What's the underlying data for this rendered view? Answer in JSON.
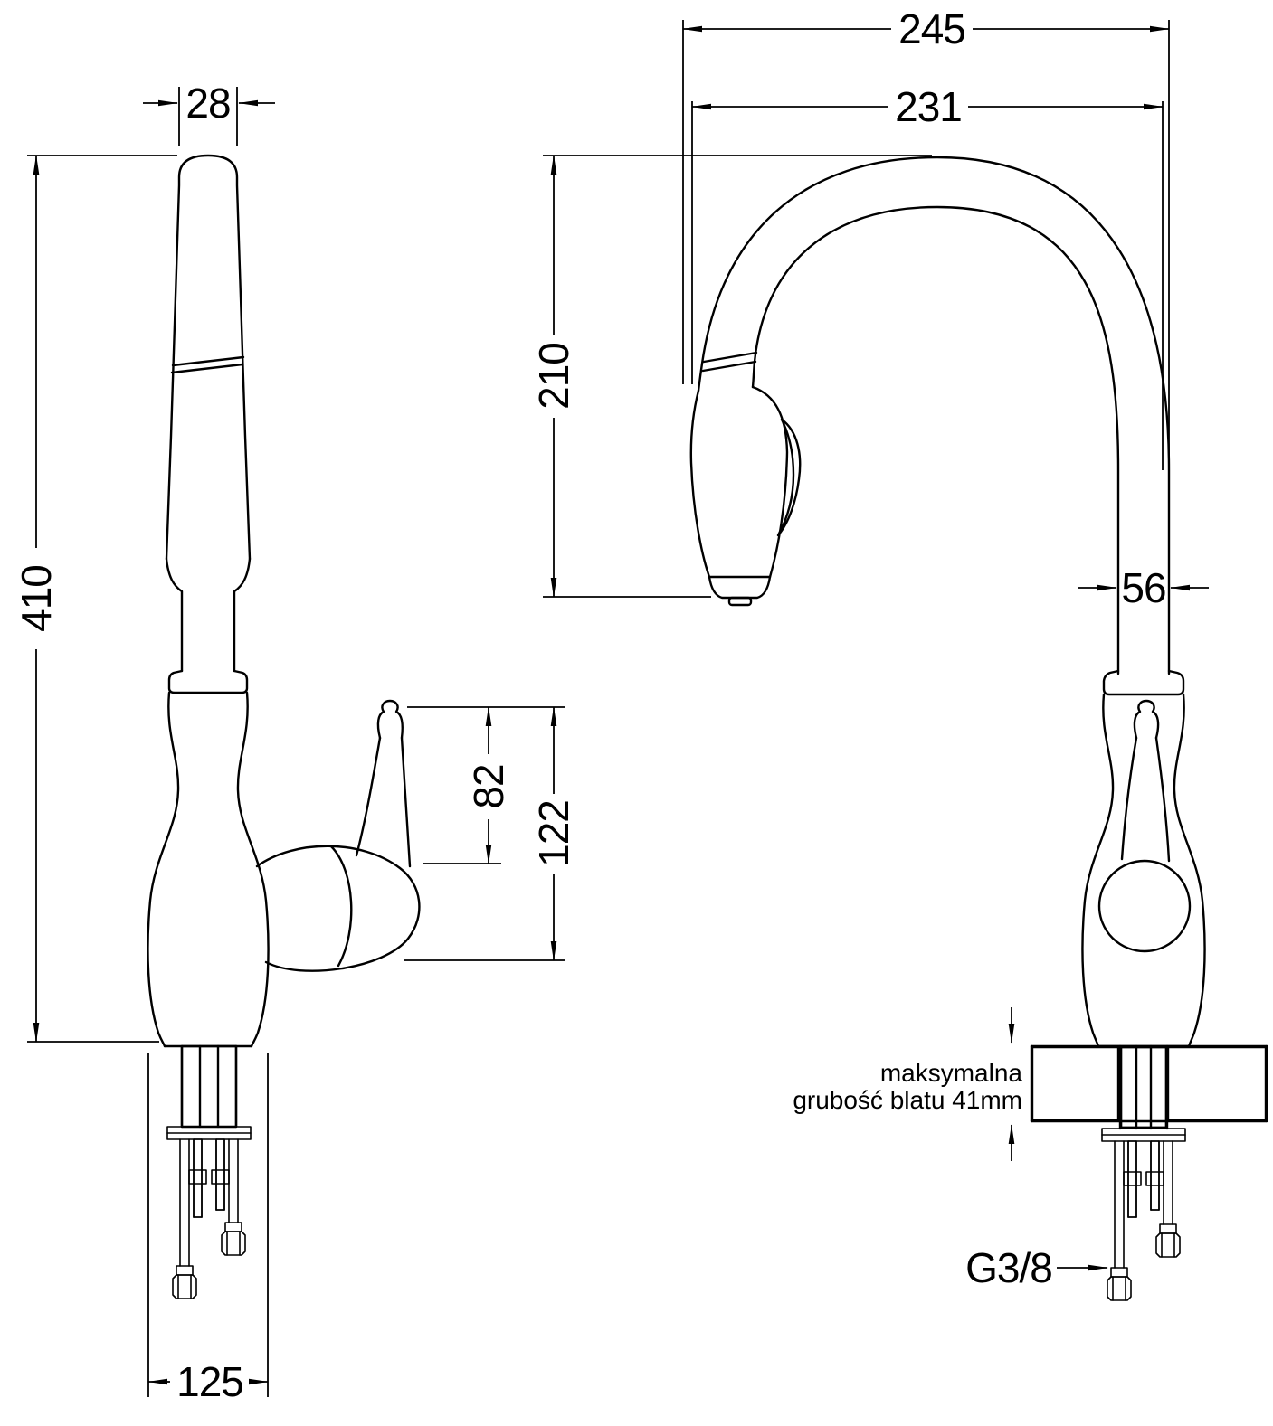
{
  "drawing": {
    "front": {
      "top_width": "28",
      "total_height": "410",
      "lever_height": "82",
      "handle_height": "122",
      "base_width": "125"
    },
    "side": {
      "total_reach": "245",
      "spout_reach": "231",
      "spout_height": "210",
      "neck_width": "56",
      "note_line1": "maksymalna",
      "note_line2": "grubość blatu 41mm",
      "connection_thread": "G3/8"
    },
    "colors": {
      "ink": "#000000",
      "background": "#ffffff"
    }
  }
}
